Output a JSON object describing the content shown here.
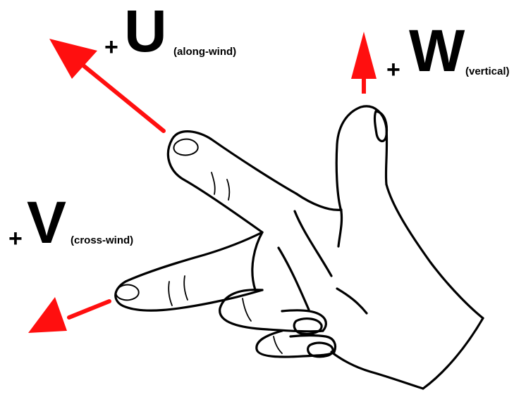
{
  "colors": {
    "arrow": "#ff0f0f",
    "outline": "#000000",
    "background": "#ffffff"
  },
  "labels": {
    "u": {
      "sign": "+",
      "letter": "U",
      "note": "(along-wind)"
    },
    "w": {
      "sign": "+",
      "letter": "W",
      "note": "(vertical)"
    },
    "v": {
      "sign": "+",
      "letter": "V",
      "note": "(cross-wind)"
    }
  }
}
